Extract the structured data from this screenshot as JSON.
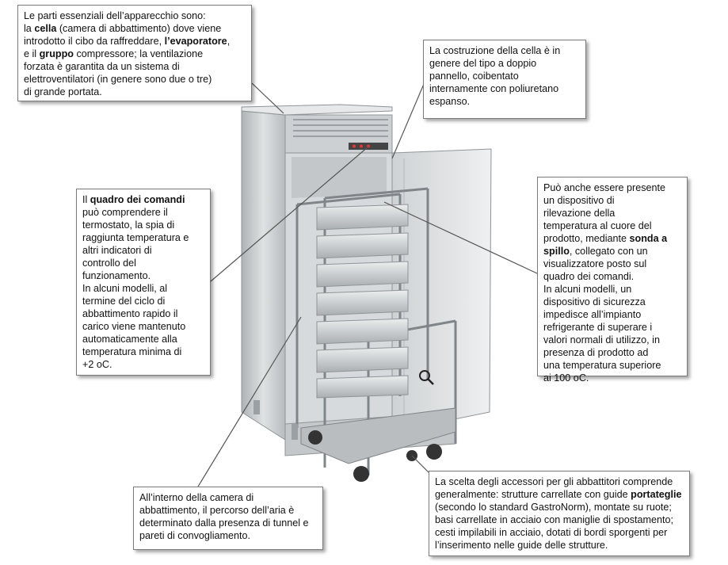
{
  "notes": {
    "n1": {
      "t1": "Le parti essenziali dell’apparecchio sono:",
      "t2": "la ",
      "b1": "cella",
      "t3": " (camera di abbattimento) dove viene",
      "t4": "introdotto il cibo da raffreddare, ",
      "b2": "l’evaporatore",
      "t5": ",",
      "t6": "e il ",
      "b3": "gruppo",
      "t7": " compressore; la ventilazione",
      "t8": "forzata è garantita da un sistema di",
      "t9": "elettroventilatori (in genere sono due o tre)",
      "t10": "di grande portata."
    },
    "n2": {
      "l1": "La costruzione della cella è in",
      "l2": "genere del tipo a doppio",
      "l3": "pannello, coibentato",
      "l4": "internamente con poliuretano",
      "l5": "espanso."
    },
    "n3": {
      "t1": "Il ",
      "b1": "quadro dei comandi",
      "l2": "può comprendere il",
      "l3": "termostato, la spia di",
      "l4": "raggiunta temperatura e",
      "l5": "altri indicatori di",
      "l6": "controllo del",
      "l7": "funzionamento.",
      "l8": "In alcuni modelli, al",
      "l9": "termine del ciclo di",
      "l10": "abbattimento rapido il",
      "l11": "carico viene mantenuto",
      "l12": "automaticamente alla",
      "l13": "temperatura minima di",
      "l14": "+2 oC."
    },
    "n4": {
      "l1": "Può anche essere presente",
      "l2": "un dispositivo di",
      "l3": "rilevazione della",
      "l4": "temperatura al cuore del",
      "l5a": "prodotto, mediante ",
      "b1": "sonda a",
      "b2": "spillo",
      "l6b": ", collegato con un",
      "l7": "visualizzatore posto sul",
      "l8": "quadro dei comandi.",
      "l9": "In alcuni modelli, un",
      "l10": "dispositivo di sicurezza",
      "l11": "impedisce all’impianto",
      "l12": "refrigerante di superare i",
      "l13": "valori normali di utilizzo, in",
      "l14": "presenza di prodotto ad",
      "l15": "una temperatura superiore",
      "l16": "ai 100 oC."
    },
    "n5": {
      "l1": "All’interno della camera di",
      "l2": "abbattimento, il percorso dell’aria è",
      "l3": "determinato dalla presenza di tunnel e",
      "l4": "pareti di convogliamento."
    },
    "n6": {
      "l1": "La scelta degli accessori per gli abbattitori comprende",
      "l2a": "generalmente: strutture carrellate con guide ",
      "b1": "portateglie",
      "l3": "(secondo lo standard GastroNorm), montate su ruote;",
      "l4": "basi carrellate in acciaio con maniglie di spostamento;",
      "l5": "cesti impilabili in acciaio, dotati di bordi sporgenti per",
      "l6": "l’inserimento nelle guide delle strutture."
    }
  },
  "colors": {
    "steel": "#c9ccce",
    "steel_dark": "#8f9497",
    "interior": "#d7dadc",
    "leader": "#555555"
  }
}
